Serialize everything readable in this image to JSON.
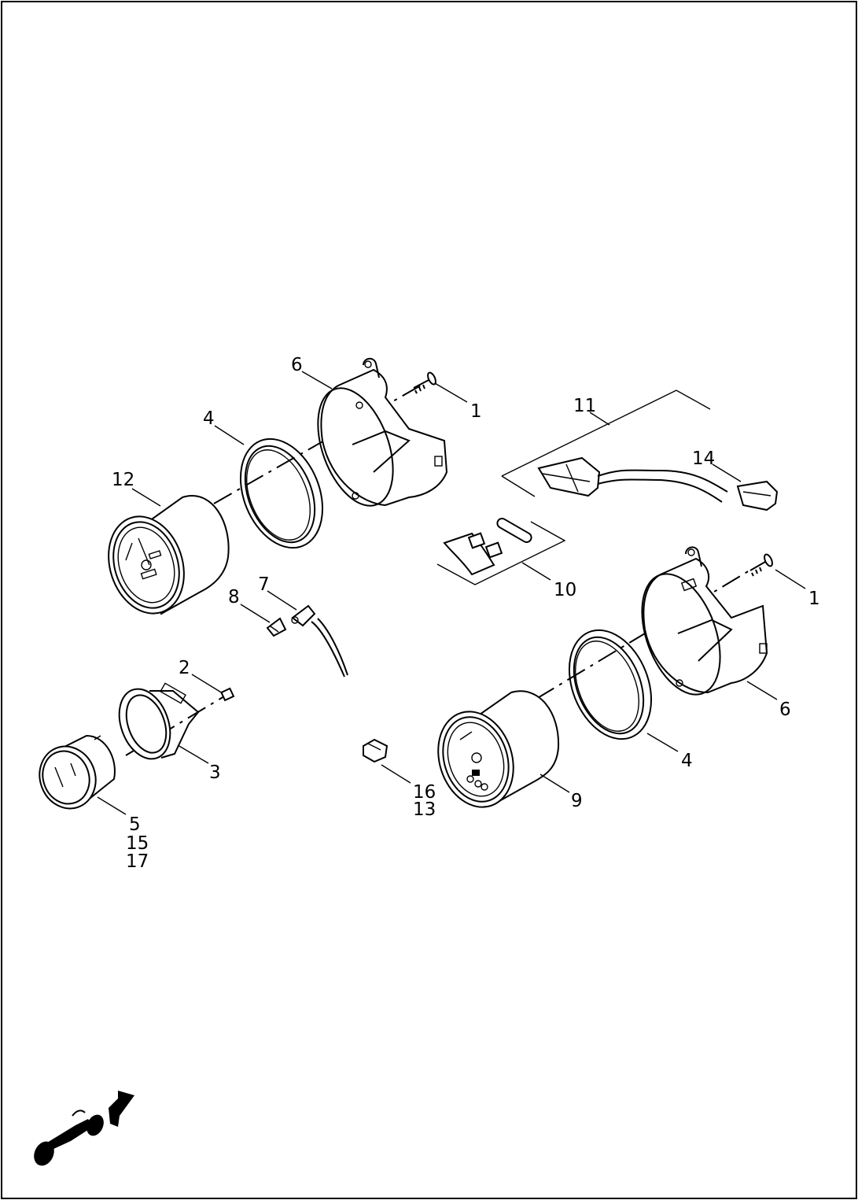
{
  "diagram": {
    "callouts": [
      {
        "id": "c1a",
        "text": "1"
      },
      {
        "id": "c1b",
        "text": "1"
      },
      {
        "id": "c2",
        "text": "2"
      },
      {
        "id": "c3",
        "text": "3"
      },
      {
        "id": "c4a",
        "text": "4"
      },
      {
        "id": "c4b",
        "text": "4"
      },
      {
        "id": "c5",
        "text": "5"
      },
      {
        "id": "c15",
        "text": "15"
      },
      {
        "id": "c17",
        "text": "17"
      },
      {
        "id": "c6a",
        "text": "6"
      },
      {
        "id": "c6b",
        "text": "6"
      },
      {
        "id": "c7",
        "text": "7"
      },
      {
        "id": "c8",
        "text": "8"
      },
      {
        "id": "c9",
        "text": "9"
      },
      {
        "id": "c10",
        "text": "10"
      },
      {
        "id": "c11",
        "text": "11"
      },
      {
        "id": "c12",
        "text": "12"
      },
      {
        "id": "c13",
        "text": "13"
      },
      {
        "id": "c14",
        "text": "14"
      },
      {
        "id": "c16",
        "text": "16"
      }
    ],
    "icons": {
      "motorcycle": "motorcycle-arrow-icon"
    }
  }
}
